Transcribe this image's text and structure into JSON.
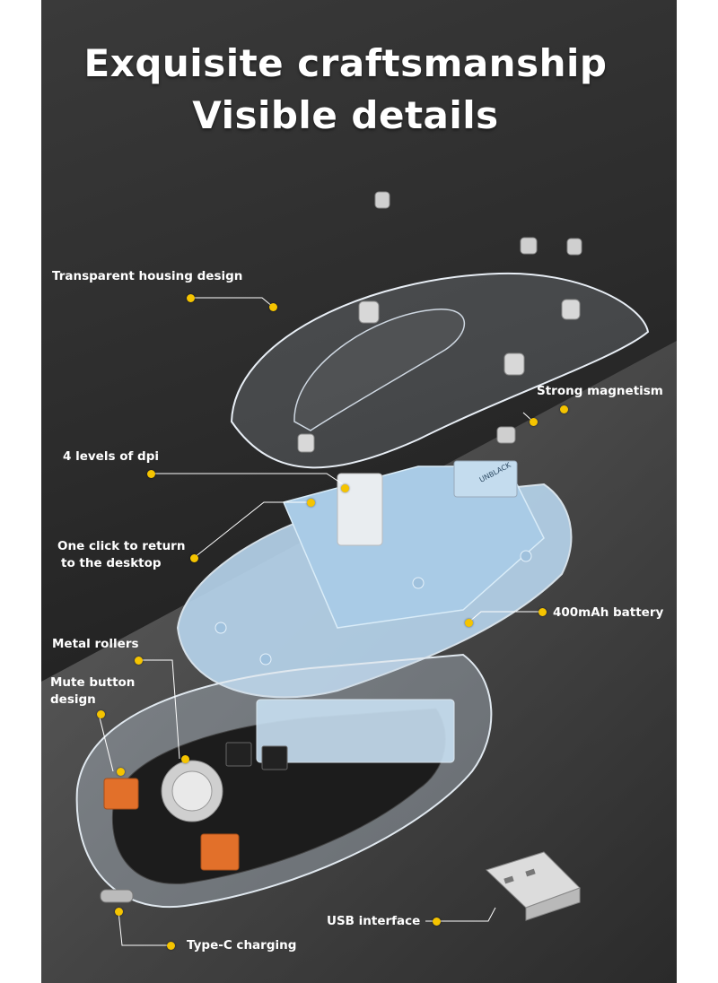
{
  "headline": {
    "line1": "Exquisite craftsmanship",
    "line2": "Visible details"
  },
  "callouts": {
    "housing": "Transparent housing design",
    "magnetism": "Strong magnetism",
    "dpi": "4 levels of dpi",
    "desktop_line1": "One click to return",
    "desktop_line2": "to the desktop",
    "battery": "400mAh battery",
    "rollers": "Metal rollers",
    "mute_line1": "Mute button",
    "mute_line2": "design",
    "usb": "USB interface",
    "typec": "Type-C charging"
  },
  "brand_mark": "UNBLACK",
  "colors": {
    "background_dark": "#2b2b2b",
    "background_light": "#5a5a5a",
    "callout_dot": "#f5c400",
    "frame_blue": "#b8d6ee",
    "switch_orange": "#e2702a",
    "text": "#ffffff"
  }
}
